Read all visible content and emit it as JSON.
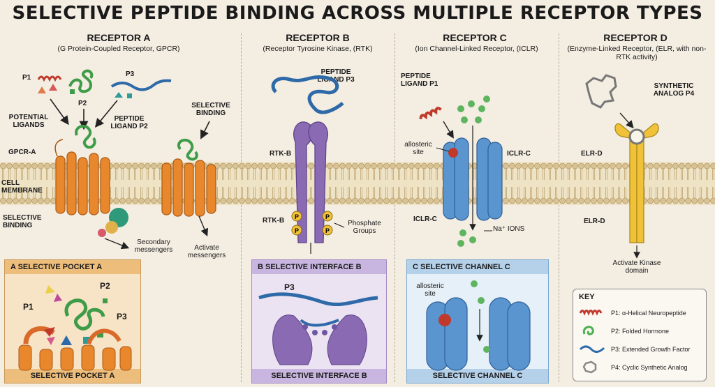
{
  "title": "SELECTIVE PEPTIDE BINDING ACROSS MULTIPLE RECEPTOR TYPES",
  "receptor_a": {
    "heading": "RECEPTOR A",
    "subtitle": "(G Protein-Coupled Receptor, GPCR)",
    "p1": "P1",
    "p2": "P2",
    "p3": "P3",
    "potential_ligands": "POTENTIAL LIGANDS",
    "peptide_ligand": "PEPTIDE LIGAND P2",
    "gpcr_label": "GPCR-A",
    "cell_membrane": "CELL MEMBRANE",
    "selective_binding_left": "SELECTIVE BINDING",
    "selective_binding_right": "SELECTIVE BINDING",
    "secondary_messengers": "Secondary messengers",
    "activate_messengers": "Activate messengers",
    "inset_header": "A   SELECTIVE POCKET A",
    "inset_footer": "SELECTIVE POCKET A",
    "inset_p1": "P1",
    "inset_p2": "P2",
    "inset_p3": "P3"
  },
  "receptor_b": {
    "heading": "RECEPTOR B",
    "subtitle": "(Receptor Tyrosine Kinase, (RTK)",
    "peptide_ligand": "PEPTIDE LIGAND P3",
    "rtk_top": "RTK-B",
    "rtk_bottom": "RTK-B",
    "phosphate_groups": "Phosphate Groups",
    "p_glyph": "P",
    "inset_header": "B   SELECTIVE INTERFACE B",
    "inset_footer": "SELECTIVE INTERFACE B",
    "inset_p3": "P3"
  },
  "receptor_c": {
    "heading": "RECEPTOR C",
    "subtitle": "(Ion Channel-Linked Receptor, (ICLR)",
    "peptide_ligand": "PEPTIDE LIGAND P1",
    "allosteric_site": "allosteric site",
    "iclr_top": "ICLR-C",
    "iclr_bottom": "ICLR-C",
    "na_ions": "Na⁺ IONS",
    "inset_header": "C   SELECTIVE CHANNEL C",
    "inset_footer": "SELECTIVE CHANNEL C",
    "inset_allosteric": "allosteric site"
  },
  "receptor_d": {
    "heading": "RECEPTOR D",
    "subtitle": "(Enzyme-Linked Receptor, (ELR, with non-RTK activity)",
    "synthetic_analog": "SYNTHETIC ANALOG P4",
    "elr_top": "ELR-D",
    "elr_bottom": "ELR-D",
    "activate_kinase": "Activate Kinase domain"
  },
  "key": {
    "title": "KEY",
    "items": [
      {
        "label": "P1: α-Helical Neuropeptide",
        "icon": "helix-icon",
        "color": "#c0392b"
      },
      {
        "label": "P2: Folded Hormone",
        "icon": "folded-hormone-icon",
        "color": "#4caf50"
      },
      {
        "label": "P3: Extended Growth Factor",
        "icon": "extended-chain-icon",
        "color": "#2e6aa8"
      },
      {
        "label": "P4: Cyclic Synthetic Analog",
        "icon": "cyclic-analog-icon",
        "color": "#888888"
      }
    ]
  },
  "colors": {
    "gpcr": "#e8872c",
    "rtk": "#8a6ab3",
    "iclr": "#5a95d0",
    "elr": "#f0c23a",
    "membrane": "#e2cfa5"
  }
}
